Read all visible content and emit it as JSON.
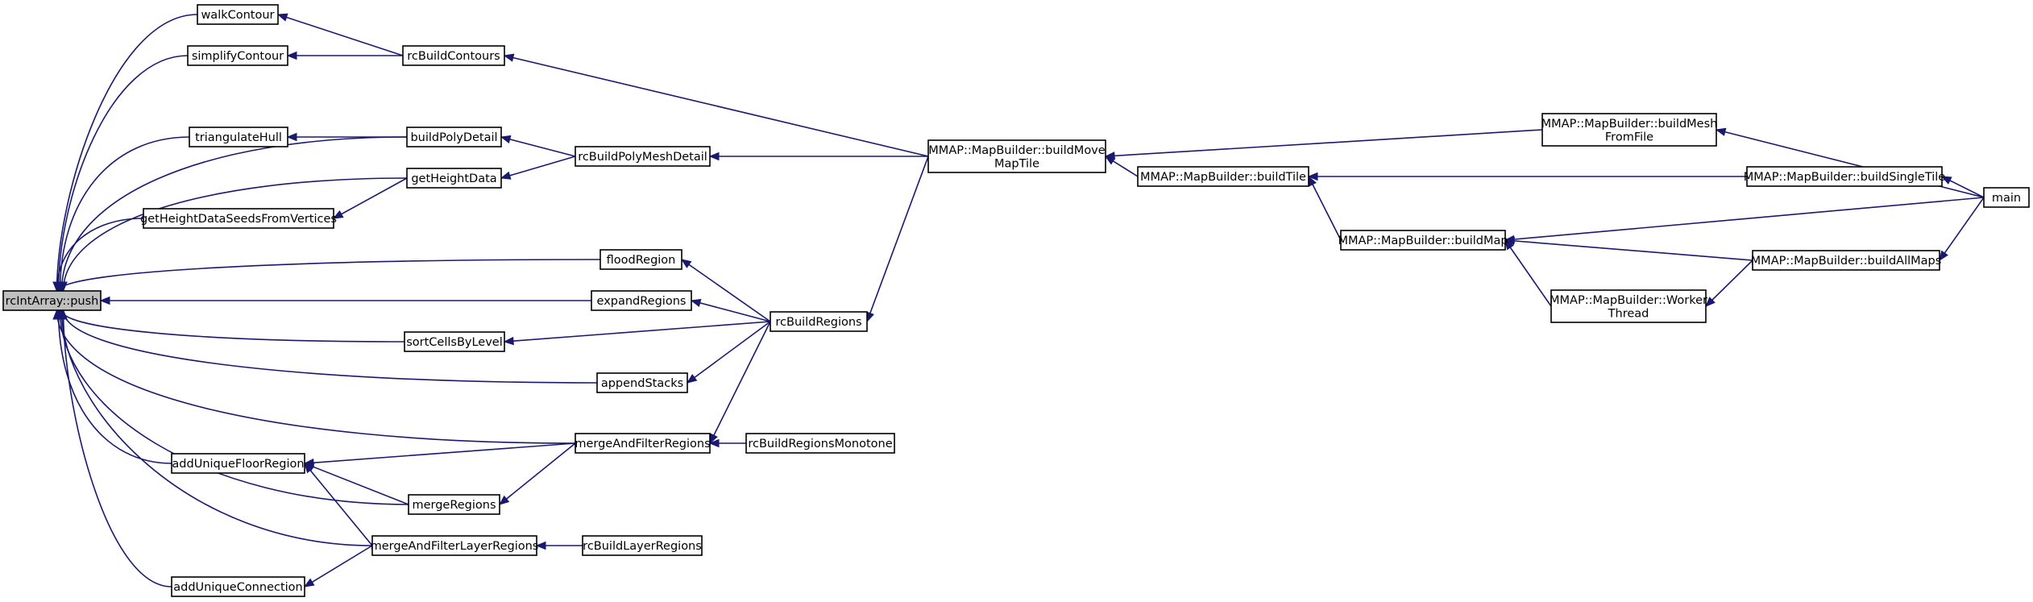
{
  "graph": {
    "nodes": [
      {
        "id": "push",
        "lines": [
          "rcIntArray::push"
        ],
        "root": true
      },
      {
        "id": "walkContour",
        "lines": [
          "walkContour"
        ]
      },
      {
        "id": "simplifyContour",
        "lines": [
          "simplifyContour"
        ]
      },
      {
        "id": "rcBuildContours",
        "lines": [
          "rcBuildContours"
        ]
      },
      {
        "id": "triangulateHull",
        "lines": [
          "triangulateHull"
        ]
      },
      {
        "id": "buildPolyDetail",
        "lines": [
          "buildPolyDetail"
        ]
      },
      {
        "id": "getHeightData",
        "lines": [
          "getHeightData"
        ]
      },
      {
        "id": "rcBuildPolyMeshDetail",
        "lines": [
          "rcBuildPolyMeshDetail"
        ]
      },
      {
        "id": "getHeightDataSeeds",
        "lines": [
          "getHeightDataSeedsFromVertices"
        ]
      },
      {
        "id": "floodRegion",
        "lines": [
          "floodRegion"
        ]
      },
      {
        "id": "expandRegions",
        "lines": [
          "expandRegions"
        ]
      },
      {
        "id": "sortCellsByLevel",
        "lines": [
          "sortCellsByLevel"
        ]
      },
      {
        "id": "appendStacks",
        "lines": [
          "appendStacks"
        ]
      },
      {
        "id": "rcBuildRegions",
        "lines": [
          "rcBuildRegions"
        ]
      },
      {
        "id": "mergeAndFilterRegions",
        "lines": [
          "mergeAndFilterRegions"
        ]
      },
      {
        "id": "rcBuildRegionsMonotone",
        "lines": [
          "rcBuildRegionsMonotone"
        ]
      },
      {
        "id": "addUniqueFloorRegion",
        "lines": [
          "addUniqueFloorRegion"
        ]
      },
      {
        "id": "mergeRegions",
        "lines": [
          "mergeRegions"
        ]
      },
      {
        "id": "mergeAndFilterLayerRegions",
        "lines": [
          "mergeAndFilterLayerRegions"
        ]
      },
      {
        "id": "rcBuildLayerRegions",
        "lines": [
          "rcBuildLayerRegions"
        ]
      },
      {
        "id": "addUniqueConnection",
        "lines": [
          "addUniqueConnection"
        ]
      },
      {
        "id": "buildMoveMapTile",
        "lines": [
          "MMAP::MapBuilder::buildMove",
          "MapTile"
        ]
      },
      {
        "id": "buildTile",
        "lines": [
          "MMAP::MapBuilder::buildTile"
        ]
      },
      {
        "id": "buildMap",
        "lines": [
          "MMAP::MapBuilder::buildMap"
        ]
      },
      {
        "id": "buildMeshFromFile",
        "lines": [
          "MMAP::MapBuilder::buildMesh",
          "FromFile"
        ]
      },
      {
        "id": "buildSingleTile",
        "lines": [
          "MMAP::MapBuilder::buildSingleTile"
        ]
      },
      {
        "id": "buildAllMaps",
        "lines": [
          "MMAP::MapBuilder::buildAllMaps"
        ]
      },
      {
        "id": "workerThread",
        "lines": [
          "MMAP::MapBuilder::Worker",
          "Thread"
        ]
      },
      {
        "id": "main",
        "lines": [
          "main"
        ]
      }
    ],
    "edges": [
      {
        "from": "walkContour",
        "to": "push"
      },
      {
        "from": "simplifyContour",
        "to": "push"
      },
      {
        "from": "triangulateHull",
        "to": "push"
      },
      {
        "from": "buildPolyDetail",
        "to": "push"
      },
      {
        "from": "getHeightData",
        "to": "push"
      },
      {
        "from": "getHeightDataSeeds",
        "to": "push"
      },
      {
        "from": "floodRegion",
        "to": "push"
      },
      {
        "from": "expandRegions",
        "to": "push"
      },
      {
        "from": "sortCellsByLevel",
        "to": "push"
      },
      {
        "from": "appendStacks",
        "to": "push"
      },
      {
        "from": "mergeAndFilterRegions",
        "to": "push"
      },
      {
        "from": "addUniqueFloorRegion",
        "to": "push"
      },
      {
        "from": "mergeRegions",
        "to": "push"
      },
      {
        "from": "mergeAndFilterLayerRegions",
        "to": "push"
      },
      {
        "from": "addUniqueConnection",
        "to": "push"
      },
      {
        "from": "rcBuildContours",
        "to": "walkContour"
      },
      {
        "from": "rcBuildContours",
        "to": "simplifyContour"
      },
      {
        "from": "buildPolyDetail",
        "to": "triangulateHull"
      },
      {
        "from": "getHeightData",
        "to": "getHeightDataSeeds"
      },
      {
        "from": "rcBuildPolyMeshDetail",
        "to": "buildPolyDetail"
      },
      {
        "from": "rcBuildPolyMeshDetail",
        "to": "getHeightData"
      },
      {
        "from": "rcBuildRegions",
        "to": "floodRegion"
      },
      {
        "from": "rcBuildRegions",
        "to": "expandRegions"
      },
      {
        "from": "rcBuildRegions",
        "to": "sortCellsByLevel"
      },
      {
        "from": "rcBuildRegions",
        "to": "appendStacks"
      },
      {
        "from": "rcBuildRegions",
        "to": "mergeAndFilterRegions"
      },
      {
        "from": "rcBuildRegionsMonotone",
        "to": "mergeAndFilterRegions"
      },
      {
        "from": "mergeAndFilterRegions",
        "to": "addUniqueFloorRegion"
      },
      {
        "from": "mergeAndFilterRegions",
        "to": "mergeRegions"
      },
      {
        "from": "mergeRegions",
        "to": "addUniqueFloorRegion"
      },
      {
        "from": "mergeAndFilterLayerRegions",
        "to": "addUniqueFloorRegion"
      },
      {
        "from": "mergeAndFilterLayerRegions",
        "to": "addUniqueConnection"
      },
      {
        "from": "rcBuildLayerRegions",
        "to": "mergeAndFilterLayerRegions"
      },
      {
        "from": "buildMoveMapTile",
        "to": "rcBuildContours"
      },
      {
        "from": "buildMoveMapTile",
        "to": "rcBuildPolyMeshDetail"
      },
      {
        "from": "buildMoveMapTile",
        "to": "rcBuildRegions"
      },
      {
        "from": "buildTile",
        "to": "buildMoveMapTile"
      },
      {
        "from": "buildMeshFromFile",
        "to": "buildMoveMapTile"
      },
      {
        "from": "buildMap",
        "to": "buildTile"
      },
      {
        "from": "buildSingleTile",
        "to": "buildTile"
      },
      {
        "from": "buildAllMaps",
        "to": "buildMap"
      },
      {
        "from": "workerThread",
        "to": "buildMap"
      },
      {
        "from": "main",
        "to": "buildMap"
      },
      {
        "from": "buildAllMaps",
        "to": "workerThread"
      },
      {
        "from": "main",
        "to": "buildMeshFromFile"
      },
      {
        "from": "main",
        "to": "buildSingleTile"
      },
      {
        "from": "main",
        "to": "buildAllMaps"
      }
    ]
  }
}
